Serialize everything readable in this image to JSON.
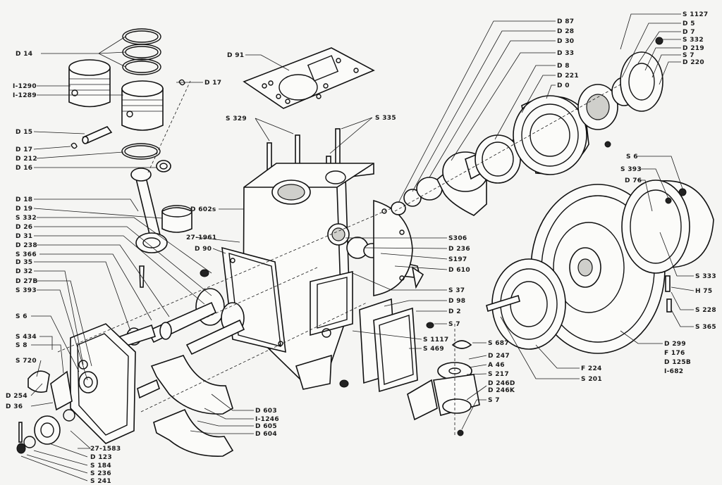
{
  "labels": {
    "d14": "D 14",
    "i1290": "I-1290",
    "i1289": "I-1289",
    "d17a": "D 17",
    "d15": "D 15",
    "d17b": "D 17",
    "d212": "D 212",
    "d16": "D 16",
    "d18": "D 18",
    "d19": "D 19",
    "s332a": "S 332",
    "d26": "D 26",
    "d31": "D 31",
    "d238": "D 238",
    "s366": "S 366",
    "d35": "D 35",
    "d32": "D 32",
    "d27b": "D 27B",
    "s393a": "S 393",
    "s6": "S 6",
    "s434": "S 434",
    "s8": "S 8",
    "s720": "S 720",
    "d254": "D 254",
    "d36": "D 36",
    "n271583": "27-1583",
    "d123": "D 123",
    "s184": "S 184",
    "s236": "S 236",
    "s241": "S 241",
    "d91": "D 91",
    "s329": "S 329",
    "s335": "S 335",
    "d602s": "D 602s",
    "n271961": "27-1961",
    "d90": "D 90",
    "d603": "D 603",
    "i1246": "I-1246",
    "d605": "D 605",
    "d604": "D 604",
    "s306": "S306",
    "d236": "D 236",
    "s197": "S197",
    "d610": "D 610",
    "s37a": "S 37",
    "d98": "D 98",
    "d2": "D 2",
    "s7a": "S 7",
    "s1117": "S 1117",
    "s469": "S 469",
    "s687": "S 687",
    "d247": "D 247",
    "a46": "A 46",
    "s217": "S 217",
    "d246d": "D 246D",
    "d246k": "D 246K",
    "s7b": "S 7",
    "d87": "D 87",
    "d28": "D 28",
    "d30": "D 30",
    "d33": "D 33",
    "d8": "D 8",
    "d221": "D 221",
    "d0": "D 0",
    "s1127": "S 1127",
    "d5": "D 5",
    "d7": "D 7",
    "s332b": "S 332",
    "d219": "D 219",
    "s7c": "S 7",
    "d220": "D 220",
    "s6b": "S 6",
    "s393b": "S 393",
    "d76": "D 76",
    "s333": "S 333",
    "h75": "H 75",
    "s228": "S 228",
    "s365": "S 365",
    "d299": "D 299",
    "f176": "F 176",
    "d125b": "D 125B",
    "i682": "I-682",
    "f224": "F 224",
    "s201": "S 201"
  },
  "colors": {
    "ink": "#1a1a1a",
    "paper": "#f5f5f3"
  }
}
